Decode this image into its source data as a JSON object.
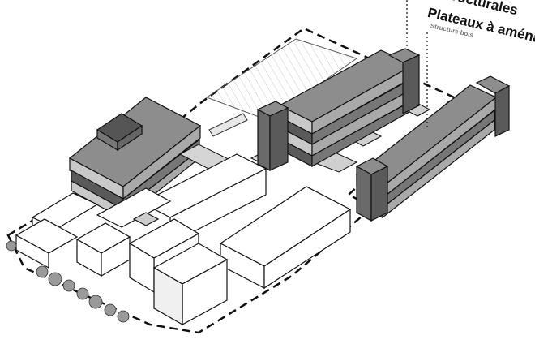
{
  "annotations": {
    "top_label_partial": "tructurales",
    "plateaux_title": "Plateaux à aménager",
    "plateaux_sub": "Structure bois"
  },
  "colors": {
    "roof": "#8d8d8d",
    "floor_light": "#c9c9c9",
    "floor_mid": "#a9a9a9",
    "floor_dark": "#5a5a5a",
    "core_dark": "#6a6a6a",
    "white_volume": "#ffffff",
    "outline": "#111111"
  }
}
